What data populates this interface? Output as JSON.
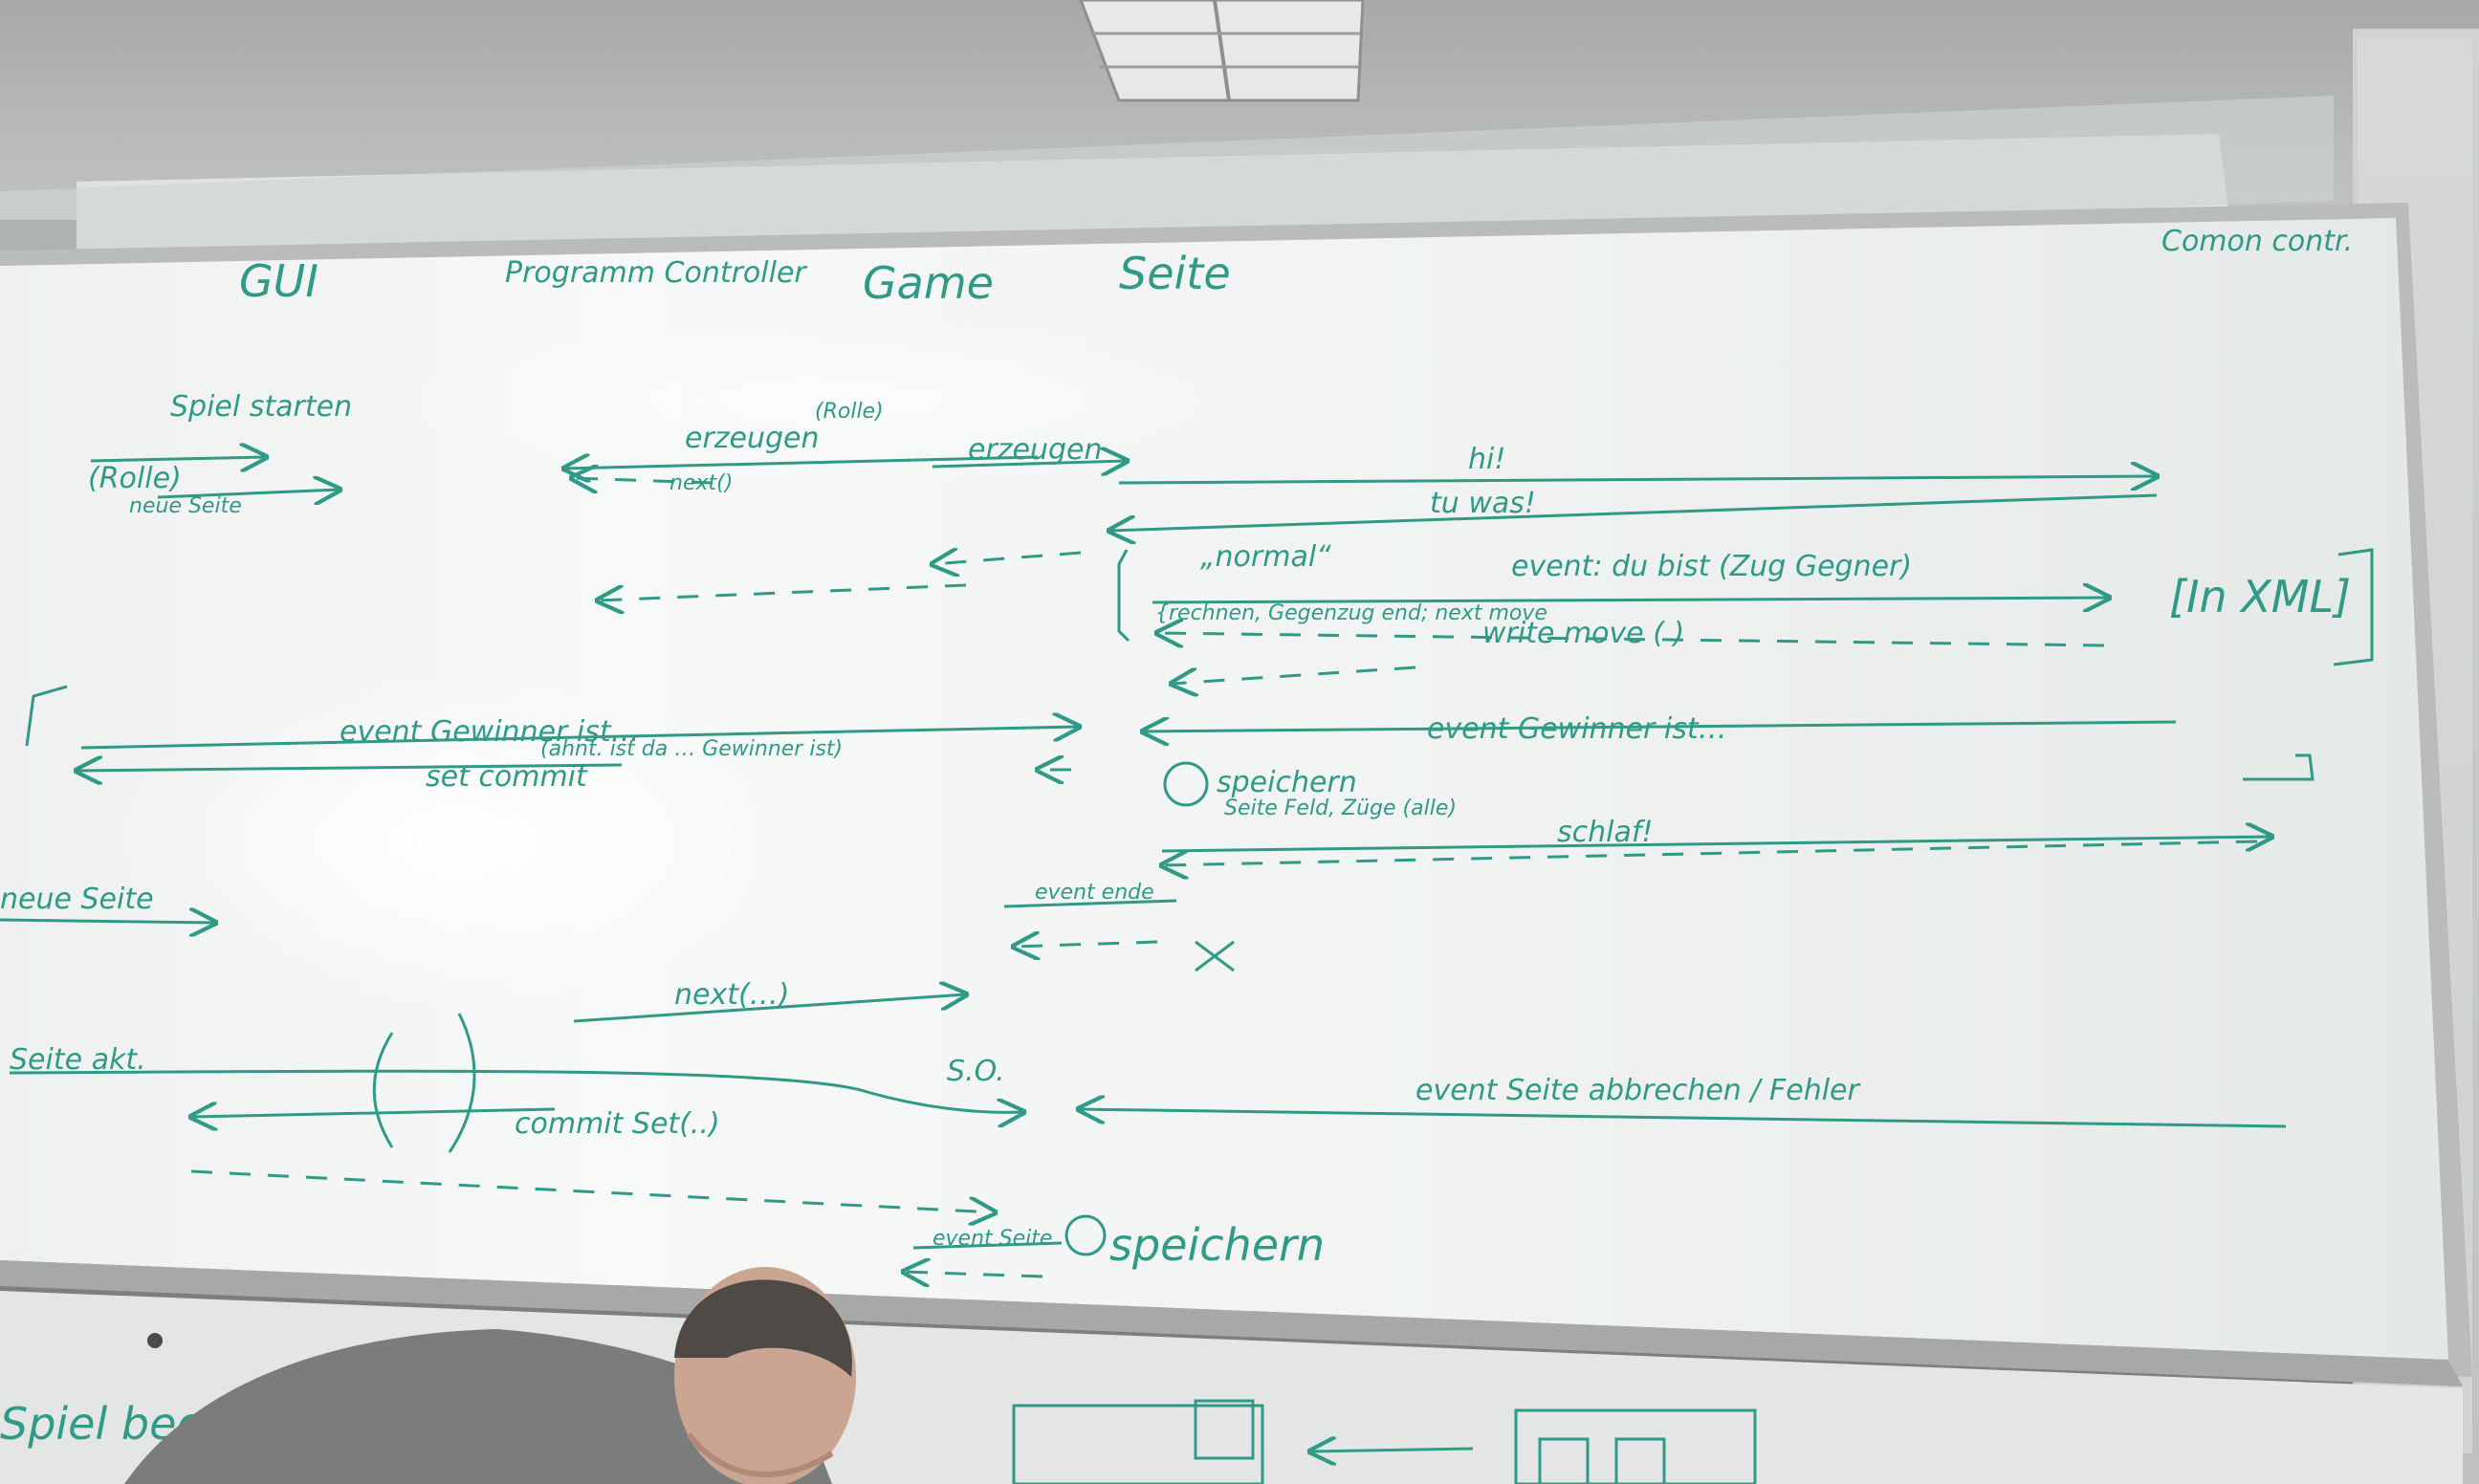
{
  "board": {
    "lane_headers": [
      "GUI",
      "Programm Controller",
      "Game",
      "Seite",
      "Comon contr."
    ],
    "labels": {
      "spiel_starten": "Spiel starten",
      "rolle": "(Rolle)",
      "neue_seite_small": "neue Seite",
      "rolle_top": "(Rolle)",
      "erzeugen_pc": "erzeugen",
      "erzeugen_game": "erzeugen",
      "next_call": "next()",
      "hello": "hi!",
      "tu_was": "tu was!",
      "normal": "„normal“",
      "event_du_bist": "event: du bist (Zug Gegner)",
      "rechnen": "{rechnen, Gegenzug end; next move",
      "write_move": "write move ( )",
      "in_xml": "[In XML]",
      "event_gewinner_left": "event Gewinner ist…",
      "gewinner_sub": "(ahnt. ist da … Gewinner ist)",
      "set_commit": "set commit",
      "event_gewinner_right": "event Gewinner ist…",
      "speichern_block": "speichern",
      "speichern_sub": "Seite Feld, Züge (alle)",
      "schlaf": "schlaf!",
      "event_ende": "event ende",
      "neue_seite": "neue Seite",
      "next_call_2": "next(…)",
      "seite_akt": "Seite akt.",
      "so": "S.O.",
      "commit_set": "commit Set(..)",
      "event_seite_abbrechen": "event   Seite abbrechen / Fehler",
      "event_seite": "event Seite",
      "speichern_bottom": "speichern",
      "spiel_beendet": "Spiel beend"
    }
  }
}
